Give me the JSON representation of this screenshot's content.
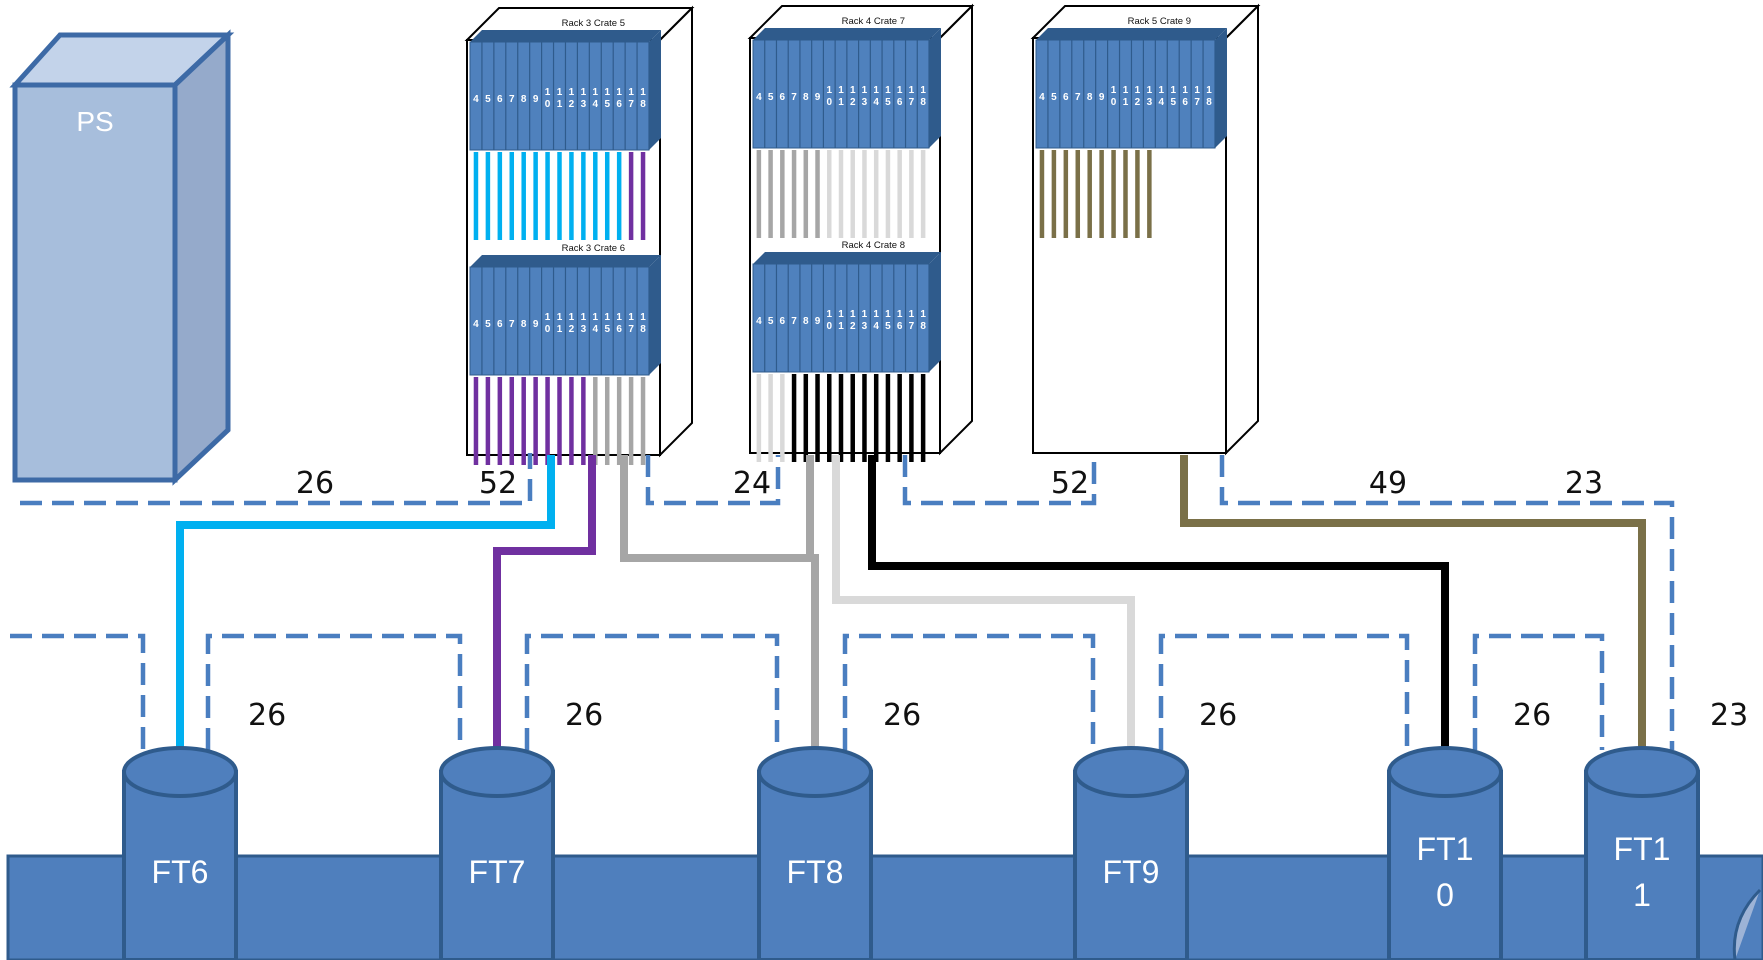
{
  "power_supply": {
    "label": "PS"
  },
  "racks": [
    {
      "name": "rack-3",
      "crates": [
        {
          "title": "Rack 3 Crate 5",
          "slots": [
            "4",
            "5",
            "6",
            "7",
            "8",
            "9",
            "10",
            "11",
            "12",
            "13",
            "14",
            "15",
            "16",
            "17",
            "18"
          ],
          "cables": [
            "#00b0f0",
            "#00b0f0",
            "#00b0f0",
            "#00b0f0",
            "#00b0f0",
            "#00b0f0",
            "#00b0f0",
            "#00b0f0",
            "#00b0f0",
            "#00b0f0",
            "#00b0f0",
            "#00b0f0",
            "#00b0f0",
            "#7030a0",
            "#7030a0"
          ]
        },
        {
          "title": "Rack 3 Crate 6",
          "slots": [
            "4",
            "5",
            "6",
            "7",
            "8",
            "9",
            "10",
            "11",
            "12",
            "13",
            "14",
            "15",
            "16",
            "17",
            "18"
          ],
          "cables": [
            "#7030a0",
            "#7030a0",
            "#7030a0",
            "#7030a0",
            "#7030a0",
            "#7030a0",
            "#7030a0",
            "#7030a0",
            "#7030a0",
            "#7030a0",
            "#a6a6a6",
            "#a6a6a6",
            "#a6a6a6",
            "#a6a6a6",
            "#a6a6a6"
          ]
        }
      ]
    },
    {
      "name": "rack-4",
      "crates": [
        {
          "title": "Rack 4 Crate 7",
          "slots": [
            "4",
            "5",
            "6",
            "7",
            "8",
            "9",
            "10",
            "11",
            "12",
            "13",
            "14",
            "15",
            "16",
            "17",
            "18"
          ],
          "cables": [
            "#a6a6a6",
            "#a6a6a6",
            "#a6a6a6",
            "#a6a6a6",
            "#a6a6a6",
            "#a6a6a6",
            "#d9d9d9",
            "#d9d9d9",
            "#d9d9d9",
            "#d9d9d9",
            "#d9d9d9",
            "#d9d9d9",
            "#d9d9d9",
            "#d9d9d9",
            "#d9d9d9"
          ]
        },
        {
          "title": "Rack 4 Crate 8",
          "slots": [
            "4",
            "5",
            "6",
            "7",
            "8",
            "9",
            "10",
            "11",
            "12",
            "13",
            "14",
            "15",
            "16",
            "17",
            "18"
          ],
          "cables": [
            "#d9d9d9",
            "#d9d9d9",
            "#d9d9d9",
            "#000000",
            "#000000",
            "#000000",
            "#000000",
            "#000000",
            "#000000",
            "#000000",
            "#000000",
            "#000000",
            "#000000",
            "#000000",
            "#000000"
          ]
        }
      ]
    },
    {
      "name": "rack-5",
      "crates": [
        {
          "title": "Rack 5 Crate 9",
          "slots": [
            "4",
            "5",
            "6",
            "7",
            "8",
            "9",
            "10",
            "11",
            "12",
            "13",
            "14",
            "15",
            "16",
            "17",
            "18"
          ],
          "cables": [
            "#7a7048",
            "#7a7048",
            "#7a7048",
            "#7a7048",
            "#7a7048",
            "#7a7048",
            "#7a7048",
            "#7a7048",
            "#7a7048",
            "#7a7048"
          ]
        }
      ]
    }
  ],
  "dashed_labels": {
    "ps_run": "26",
    "rack3_run": "52",
    "rack4_left_run": "24",
    "rack4_right_run": "52",
    "rack5_run": "49",
    "rack5_right_run": "23"
  },
  "tanks": [
    {
      "label": "FT6",
      "lines": [
        "FT6"
      ],
      "dashed_label": "26",
      "cable_color": "#00b0f0"
    },
    {
      "label": "FT7",
      "lines": [
        "FT7"
      ],
      "dashed_label": "26",
      "cable_color": "#7030a0"
    },
    {
      "label": "FT8",
      "lines": [
        "FT8"
      ],
      "dashed_label": "26",
      "cable_color": "#a6a6a6"
    },
    {
      "label": "FT9",
      "lines": [
        "FT9"
      ],
      "dashed_label": "26",
      "cable_color": "#d9d9d9"
    },
    {
      "label": "FT10",
      "lines": [
        "FT1",
        "0"
      ],
      "dashed_label": "26",
      "cable_color": "#000000"
    },
    {
      "label": "FT11",
      "lines": [
        "FT1",
        "1"
      ],
      "dashed_label": "23",
      "cable_color": "#7a7048"
    }
  ],
  "colors": {
    "crate_blue": "#4f81bd",
    "crate_dark": "#2f5b8c",
    "dashed": "#4a7ec0",
    "ps_front": "#a7bedc",
    "ps_side": "#95aacb",
    "base": "#4f7fbd"
  }
}
